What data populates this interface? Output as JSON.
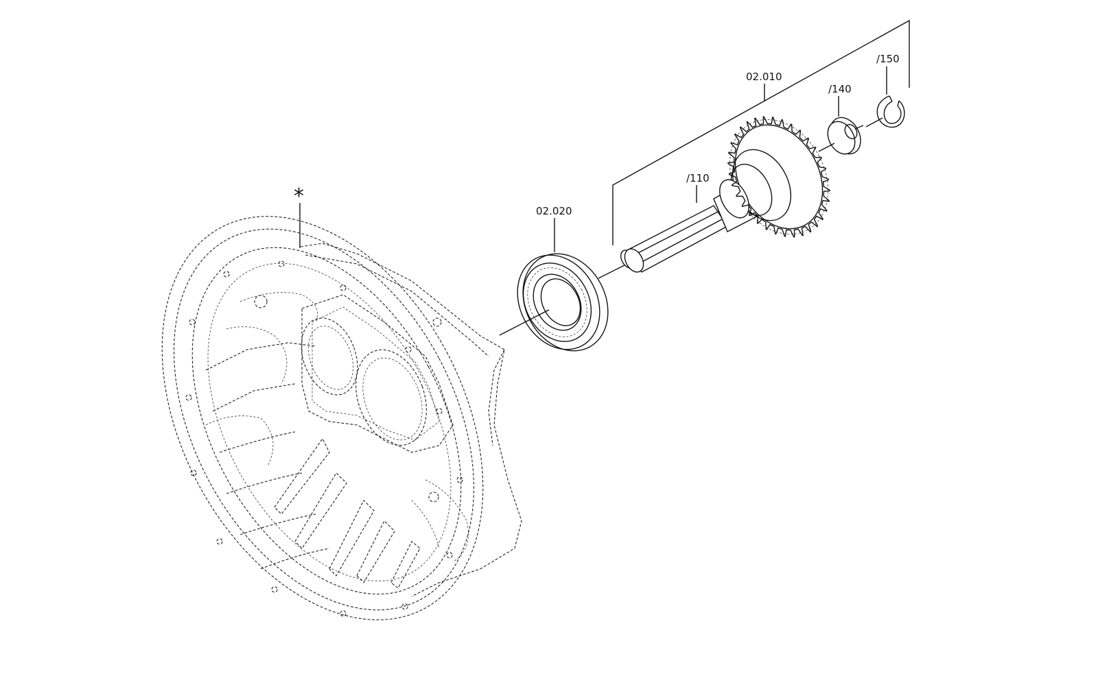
{
  "callouts": {
    "housing": "*",
    "bearing": "02.020",
    "shaft_assembly": "02.010",
    "shaft": "/110",
    "disc": "/140",
    "circlip": "/150"
  }
}
